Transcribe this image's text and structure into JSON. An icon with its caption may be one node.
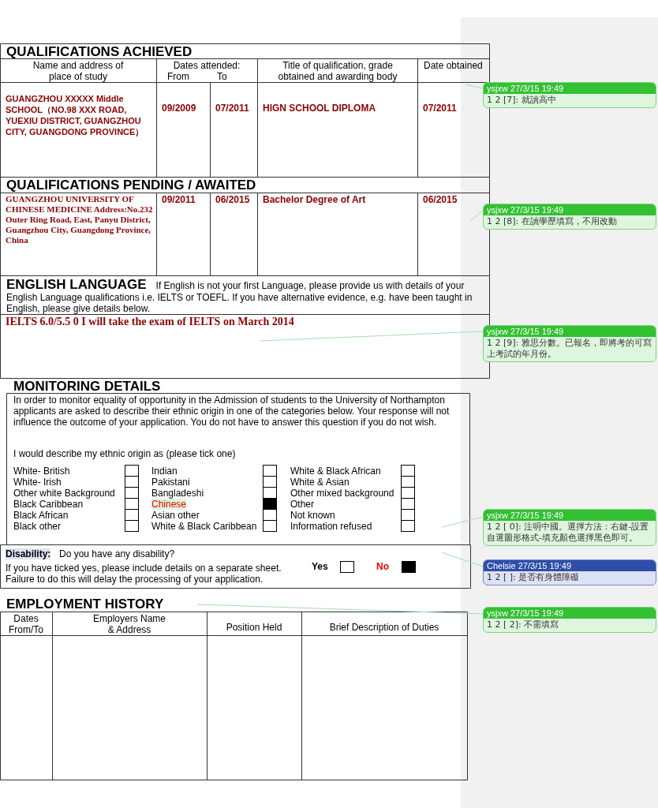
{
  "diagram": {
    "nodes": [
      {
        "text": [
          "ysjxw 27/3/15 19:49",
          "1 2 [7]: 就讀高中"
        ]
      },
      {
        "text": [
          "ysjxw 27/3/15 19:49",
          "1 2 [8]: 在讀學歷填寫，不用改動"
        ]
      },
      {
        "text": [
          "ysjxw 27/3/15 19:49",
          "1 2 [9]: 雅思分數。已報名，即將考的可寫上考試的年月份。"
        ]
      },
      {
        "text": [
          "ysjxw 27/3/15 19:49",
          "1 2 [ 0]: 注明中國。選擇方法：右鍵-設置自選圖形格式-填充顏色選擇黑色即可。"
        ]
      },
      {
        "text": [
          "Chelsie 27/3/15 19:49",
          "1 2 [  ]: 是否有身體障礙"
        ]
      },
      {
        "text": [
          "ysjxw 27/3/15 19:49",
          "1 2 [ 2]: 不需填寫"
        ]
      }
    ],
    "edges": [
      {
        "from": 0,
        "to": null,
        "arrow": "none"
      },
      {
        "from": 1,
        "to": null,
        "arrow": "none"
      },
      {
        "from": 2,
        "to": null,
        "arrow": "none"
      },
      {
        "from": 3,
        "to": null,
        "arrow": "none"
      },
      {
        "from": 4,
        "to": null,
        "arrow": "none"
      },
      {
        "from": 5,
        "to": null,
        "arrow": "none"
      }
    ],
    "labels": [
      "QUALIFICATIONS ACHIEVED",
      "Name and address of place of study",
      "Dates attended:",
      "From",
      "To",
      "Title of qualification, grade obtained and awarding body",
      "Date obtained",
      "GUANGZHOU XXXXX Middle SCHOOL（NO.98 XXX ROAD, YUEXIU DISTRICT, GUANGZHOU CITY, GUANGDONG PROVINCE）",
      "09/2009",
      "07/2011",
      "HIGN SCHOOL DIPLOMA",
      "07/2011",
      "QUALIFICATIONS PENDING / AWAITED",
      "GUANGZHOU UNIVERSITY OF CHINESE MEDICINE Address:No.232 Outer Ring Road, East, Panyu District, Guangzhou City, Guangdong Province, China",
      "09/2011",
      "06/2015",
      "Bachelor Degree of Art",
      "06/2015",
      "ENGLISH LANGUAGE",
      "If English  is not your first Language, please provide us with details of your English Language qualifications i.e. IELTS or TOEFL.  If you have alternative evidence, e.g. have been taught in English, please give details below.",
      "IELTS 6.0/5.5  0   I will take the exam of IELTS on March 2014",
      "MONITORING DETAILS",
      "In order to monitor equality of opportunity in the Admission of students to the University of Northampton applicants are asked to describe their ethnic origin in one of the categories below.  Your response will not influence the outcome of your application.  You do not have to answer this question if you do not wish.",
      "I would describe my ethnic origin as (please tick one)",
      "White- British",
      "Indian",
      "White & Black African",
      "White- Irish",
      "Pakistani",
      "White & Asian",
      "Other white Background",
      "Bangladeshi",
      "Other mixed background",
      "Black Caribbean",
      "Chinese",
      "Other",
      "Black African",
      "Asian other",
      "Not known",
      "Black other",
      "White & Black Caribbean",
      "Information refused",
      "Disability:",
      "Do you have any disability?",
      "If you have ticked yes, please include details on a separate sheet. Failure to do this will delay the processing of your application.",
      "Yes",
      "No",
      "EMPLOYMENT HISTORY",
      "Dates From/To",
      "Employers Name & Address",
      "Position Held",
      "Brief Description of Duties"
    ]
  }
}
